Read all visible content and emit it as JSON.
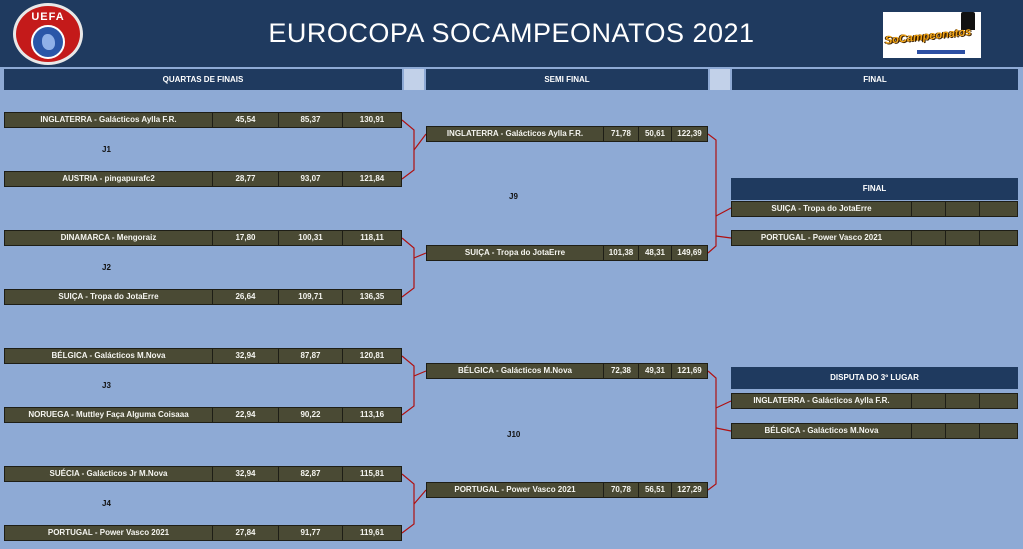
{
  "header": {
    "title": "EUROCOPA SOCAMPEONATOS 2021",
    "uefa_text": "UEFA",
    "logo_text": "SoCampeonatos"
  },
  "sections": {
    "quarters": "QUARTAS DE FINAIS",
    "semi": "SEMI FINAL",
    "final": "FINAL"
  },
  "quarterfinals": [
    {
      "game": "J1",
      "home": {
        "team": "INGLATERRA - Galácticos Aylla F.R.",
        "s1": "45,54",
        "s2": "85,37",
        "total": "130,91"
      },
      "away": {
        "team": "AUSTRIA - pingapurafc2",
        "s1": "28,77",
        "s2": "93,07",
        "total": "121,84"
      }
    },
    {
      "game": "J2",
      "home": {
        "team": "DINAMARCA - Mengoraiz",
        "s1": "17,80",
        "s2": "100,31",
        "total": "118,11"
      },
      "away": {
        "team": "SUIÇA - Tropa do JotaErre",
        "s1": "26,64",
        "s2": "109,71",
        "total": "136,35"
      }
    },
    {
      "game": "J3",
      "home": {
        "team": "BÉLGICA - Galácticos M.Nova",
        "s1": "32,94",
        "s2": "87,87",
        "total": "120,81"
      },
      "away": {
        "team": "NORUEGA  - Muttley Faça Alguma Coisaaa",
        "s1": "22,94",
        "s2": "90,22",
        "total": "113,16"
      }
    },
    {
      "game": "J4",
      "home": {
        "team": "SUÉCIA - Galácticos Jr M.Nova",
        "s1": "32,94",
        "s2": "82,87",
        "total": "115,81"
      },
      "away": {
        "team": "PORTUGAL - Power Vasco 2021",
        "s1": "27,84",
        "s2": "91,77",
        "total": "119,61"
      }
    }
  ],
  "semifinals": [
    {
      "game": "J9",
      "home": {
        "team": "INGLATERRA - Galácticos Aylla F.R.",
        "s1": "71,78",
        "s2": "50,61",
        "total": "122,39"
      },
      "away": {
        "team": "SUIÇA - Tropa do JotaErre",
        "s1": "101,38",
        "s2": "48,31",
        "total": "149,69"
      }
    },
    {
      "game": "J10",
      "home": {
        "team": "BÉLGICA - Galácticos M.Nova",
        "s1": "72,38",
        "s2": "49,31",
        "total": "121,69"
      },
      "away": {
        "team": "PORTUGAL - Power Vasco 2021",
        "s1": "70,78",
        "s2": "56,51",
        "total": "127,29"
      }
    }
  ],
  "final": {
    "title": "FINAL",
    "home": {
      "team": "SUIÇA - Tropa do JotaErre",
      "s1": "",
      "s2": "",
      "total": ""
    },
    "away": {
      "team": "PORTUGAL - Power Vasco 2021",
      "s1": "",
      "s2": "",
      "total": ""
    }
  },
  "third_place": {
    "title": "DISPUTA DO 3º LUGAR",
    "home": {
      "team": "INGLATERRA - Galácticos Aylla F.R.",
      "s1": "",
      "s2": "",
      "total": ""
    },
    "away": {
      "team": "BÉLGICA - Galácticos M.Nova",
      "s1": "",
      "s2": "",
      "total": ""
    }
  },
  "colors": {
    "background": "#8eaad5",
    "header": "#1f3a5f",
    "row": "#4a4a34",
    "connector": "#b01010"
  }
}
